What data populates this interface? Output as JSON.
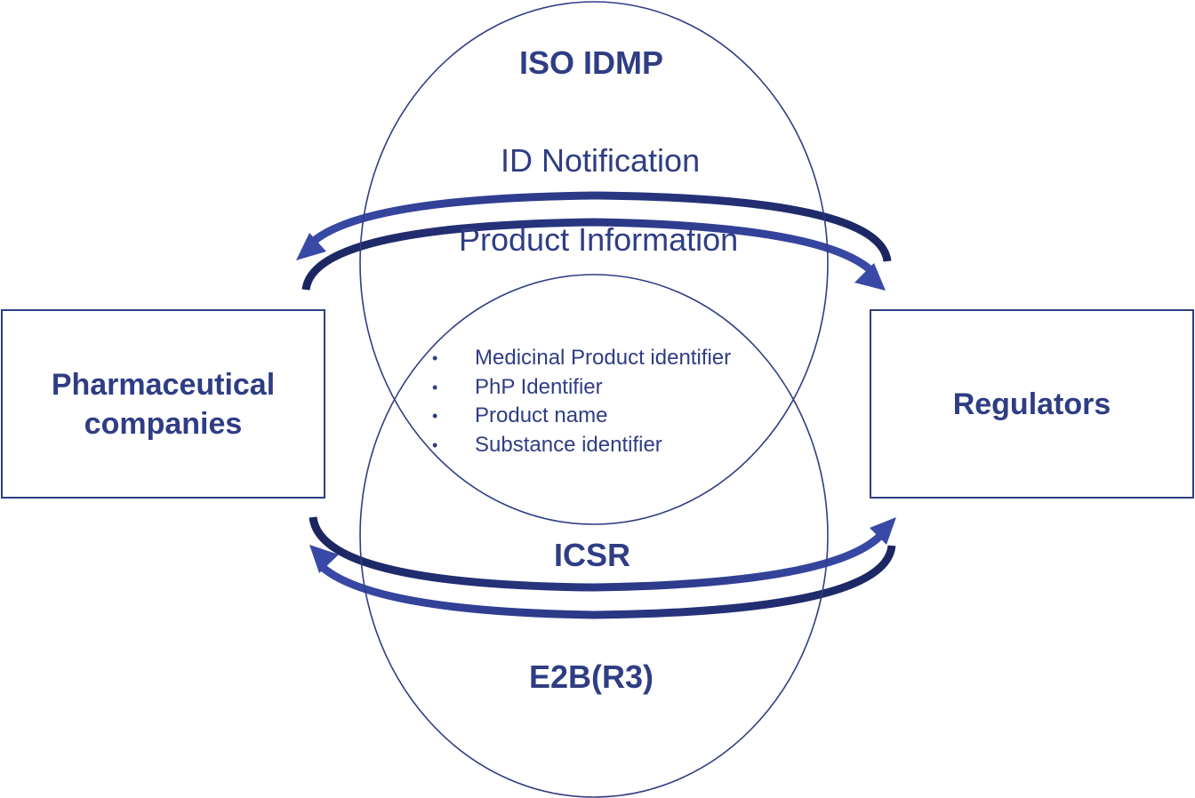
{
  "colors": {
    "primary": "#2f3d84",
    "arrow_light": "#3949a6",
    "arrow_dark": "#1b2661",
    "background": "#ffffff"
  },
  "left_box": {
    "label_line1": "Pharmaceutical",
    "label_line2": "companies"
  },
  "right_box": {
    "label": "Regulators"
  },
  "top_circle": {
    "title": "ISO IDMP",
    "flow_top": "ID Notification",
    "flow_bottom": "Product Information"
  },
  "overlap": {
    "bullet_symbol": "•",
    "items": [
      "Medicinal Product identifier",
      "PhP Identifier",
      "Product name",
      "Substance identifier"
    ]
  },
  "bottom_circle": {
    "flow_label": "ICSR",
    "title": "E2B(R3)"
  }
}
